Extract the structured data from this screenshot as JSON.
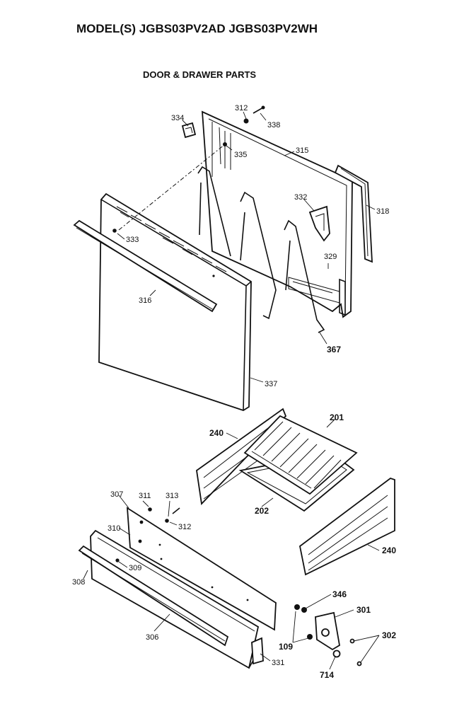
{
  "header": {
    "model_line": "MODEL(S) JGBS03PV2AD  JGBS03PV2WH",
    "section_title": "DOOR & DRAWER PARTS"
  },
  "labels": {
    "p334": "334",
    "p312a": "312",
    "p338": "338",
    "p335": "335",
    "p315": "315",
    "p318": "318",
    "p332": "332",
    "p329": "329",
    "p333": "333",
    "p316": "316",
    "p367": "367",
    "p337": "337",
    "p240a": "240",
    "p201": "201",
    "p202": "202",
    "p240b": "240",
    "p307": "307",
    "p311": "311",
    "p313": "313",
    "p312b": "312",
    "p310": "310",
    "p309": "309",
    "p308": "308",
    "p306": "306",
    "p331": "331",
    "p346": "346",
    "p301": "301",
    "p302": "302",
    "p109": "109",
    "p714": "714"
  }
}
